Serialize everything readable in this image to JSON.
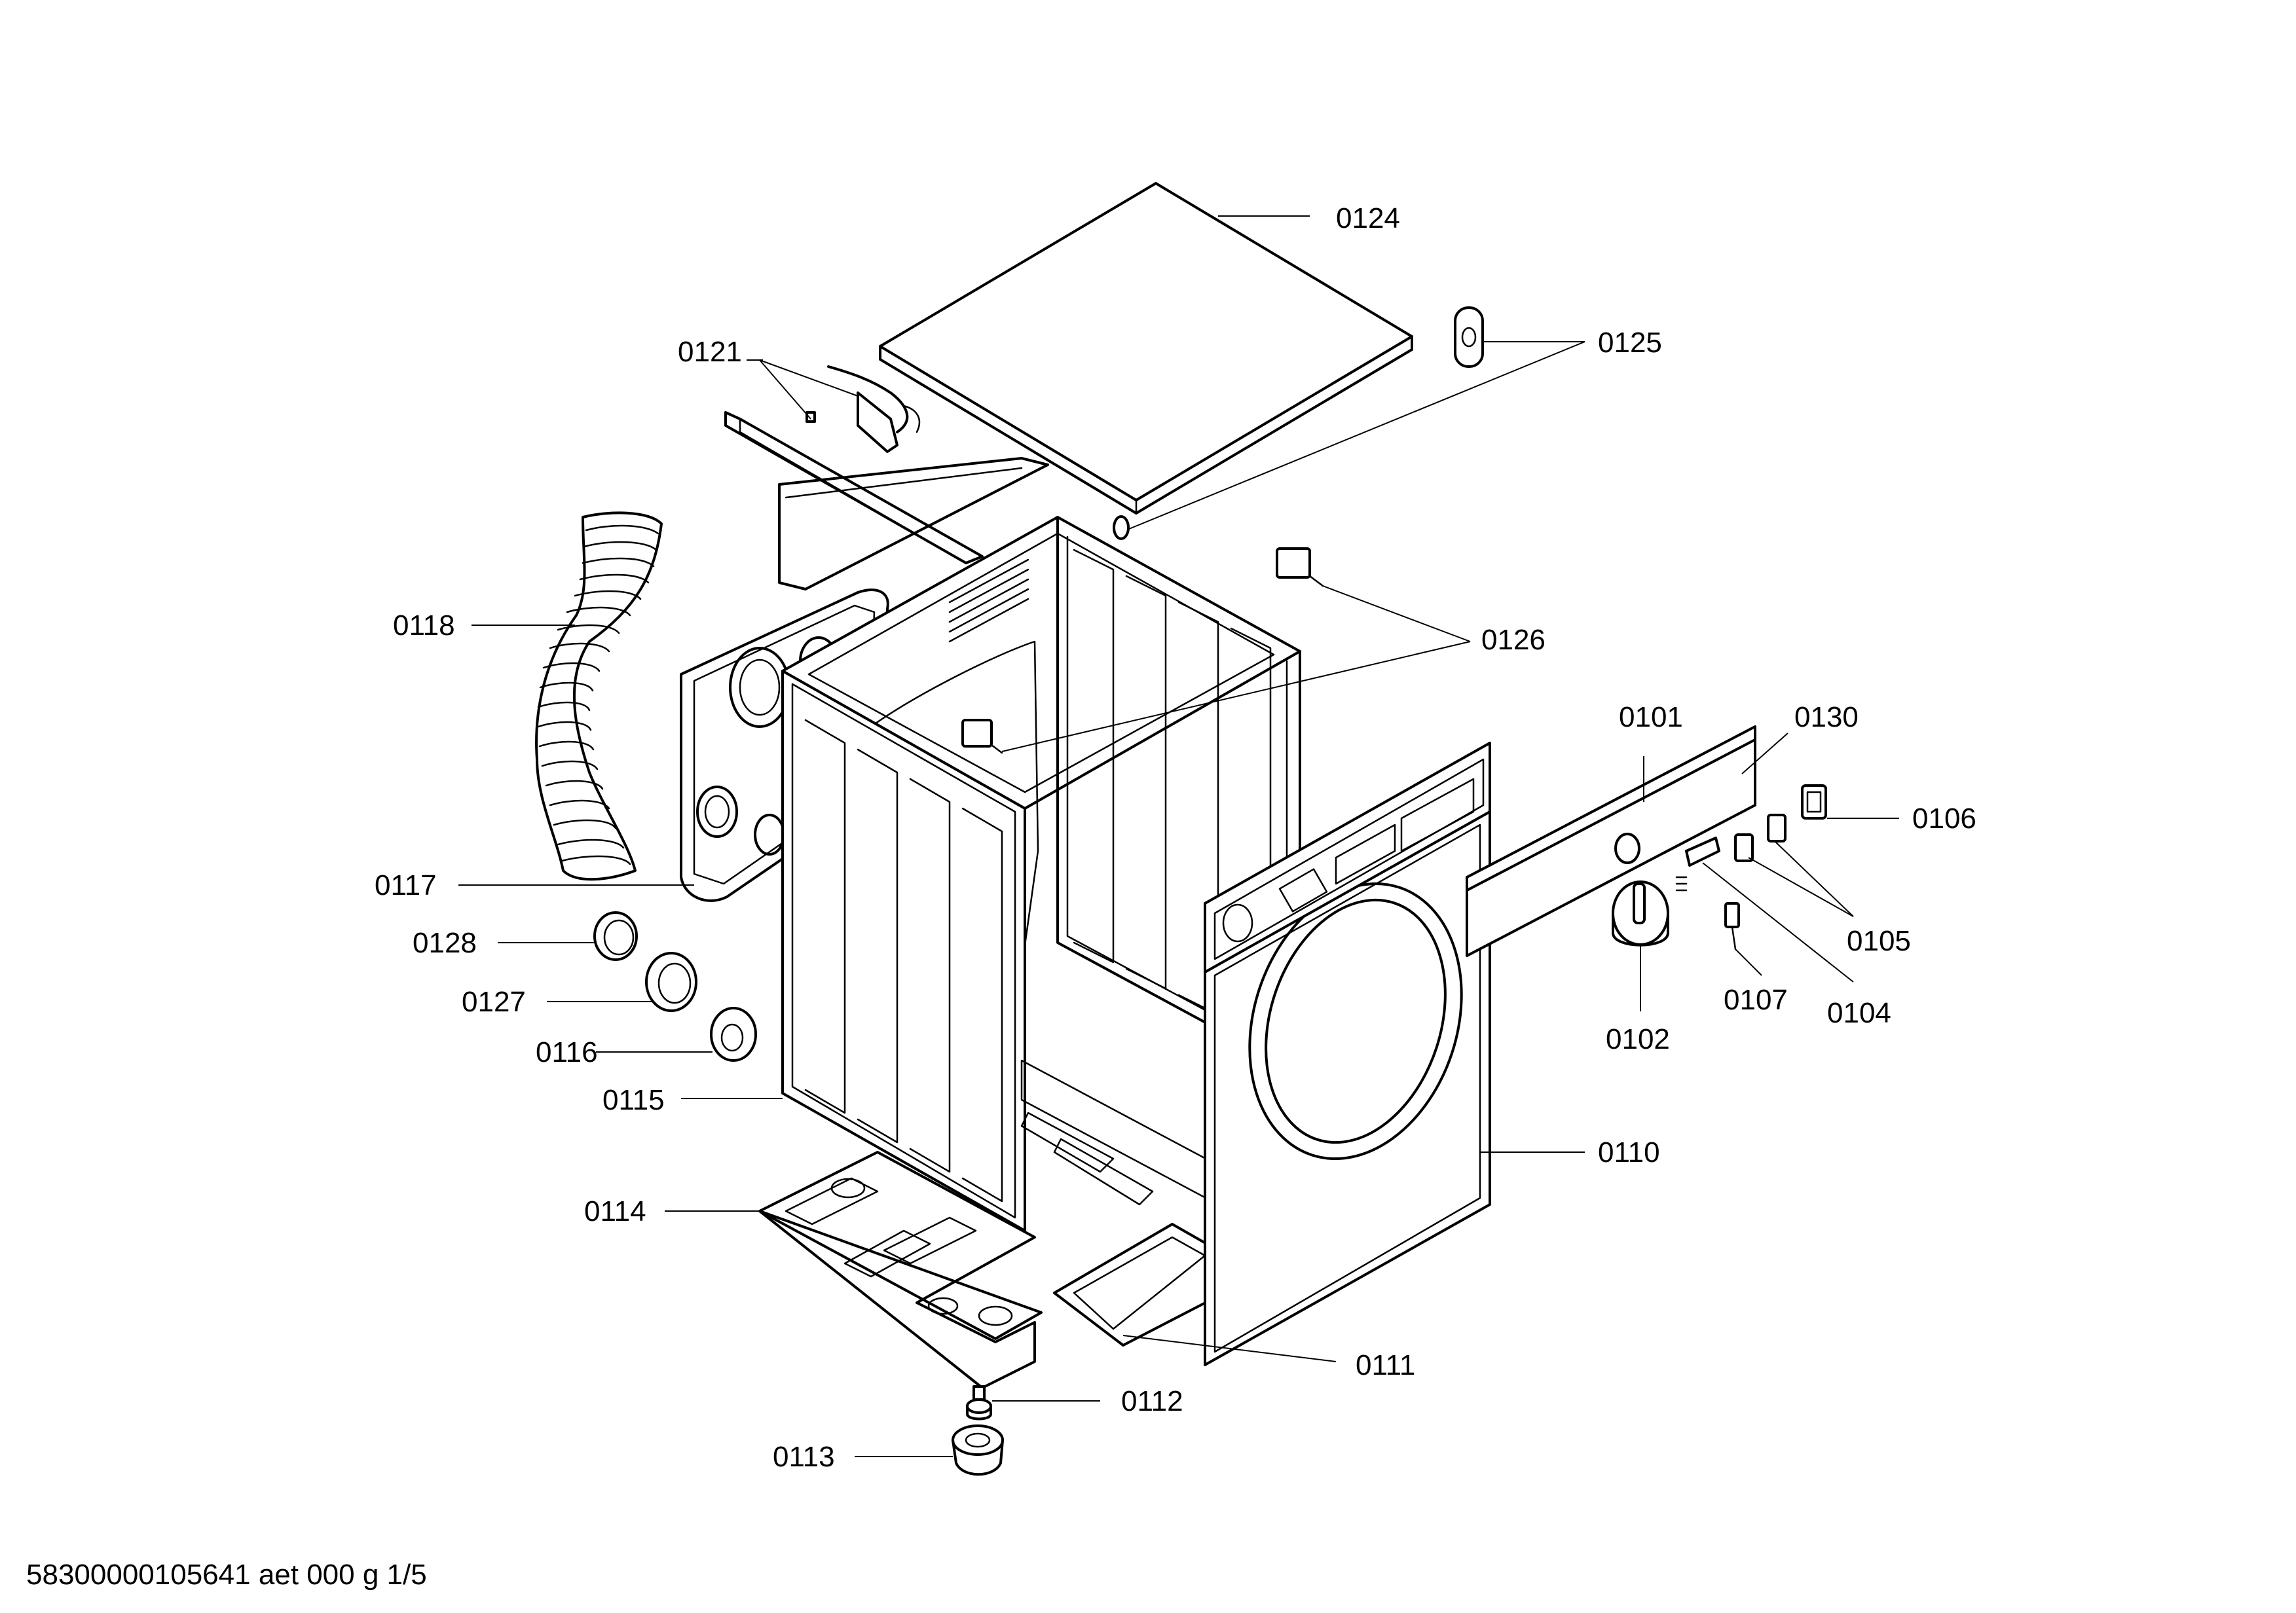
{
  "labels": {
    "p0124": "0124",
    "p0121": "0121",
    "p0125": "0125",
    "p0118": "0118",
    "p0126": "0126",
    "p0101": "0101",
    "p0130": "0130",
    "p0106": "0106",
    "p0117": "0117",
    "p0105": "0105",
    "p0128": "0128",
    "p0127": "0127",
    "p0107": "0107",
    "p0104": "0104",
    "p0116": "0116",
    "p0102": "0102",
    "p0115": "0115",
    "p0110": "0110",
    "p0114": "0114",
    "p0111": "0111",
    "p0112": "0112",
    "p0113": "0113"
  },
  "footer": "58300000105641 aet 000 g 1/5"
}
